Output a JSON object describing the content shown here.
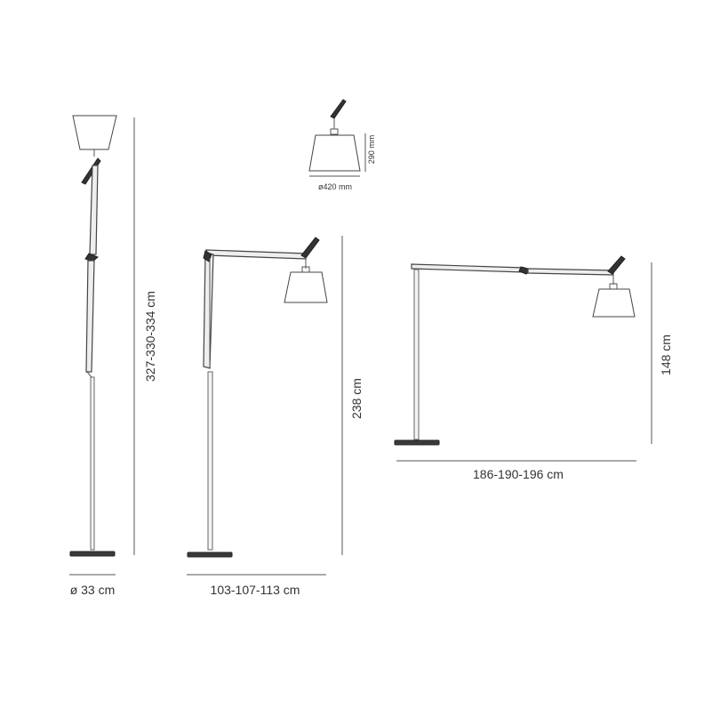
{
  "labels": {
    "upright_height": "327-330-334 cm",
    "base_diameter": "ø 33 cm",
    "angled_height": "238 cm",
    "angled_reach": "103-107-113 cm",
    "horizontal_height": "148 cm",
    "horizontal_reach": "186-190-196 cm",
    "shade_height": "290 mm",
    "shade_diameter": "ø420 mm"
  }
}
